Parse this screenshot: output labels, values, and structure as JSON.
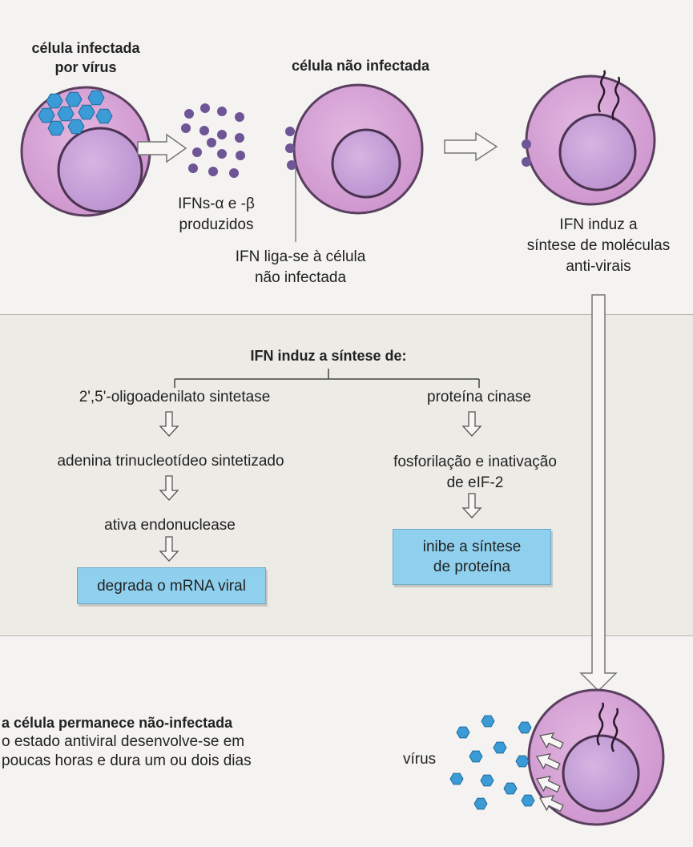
{
  "top": {
    "infected_cell_label": [
      "célula infectada",
      "por vírus"
    ],
    "uninfected_cell_label": "célula não infectada",
    "ifn_produced_label": [
      "IFNs-α e -β",
      "produzidos"
    ],
    "ifn_binds_label": [
      "IFN liga-se à célula",
      "não infectada"
    ],
    "ifn_induces_label": [
      "IFN induz a",
      "síntese de moléculas",
      "anti-virais"
    ]
  },
  "middle": {
    "header": "IFN induz a síntese de:",
    "left_branch": {
      "step1": "2',5'-oligoadenilato sintetase",
      "step2": "adenina trinucleotídeo sintetizado",
      "step3": "ativa endonuclease",
      "result": "degrada o mRNA viral"
    },
    "right_branch": {
      "step1": "proteína cinase",
      "step2": [
        "fosforilação e inativação",
        "de eIF-2"
      ],
      "result": [
        "inibe a síntese",
        "de proteína"
      ]
    }
  },
  "bottom": {
    "title": "a célula permanece não-infectada",
    "desc": [
      "o estado antiviral desenvolve-se em",
      "poucas horas e dura um ou dois dias"
    ],
    "virus_label": "vírus"
  },
  "colors": {
    "cell_fill": "#d6a2d4",
    "cell_outline": "#5a3f5e",
    "nucleus_fill": "#c9a3d8",
    "virus": "#3a9bd6",
    "ifn_dot": "#6d5596",
    "box": "#8fd0ee"
  }
}
